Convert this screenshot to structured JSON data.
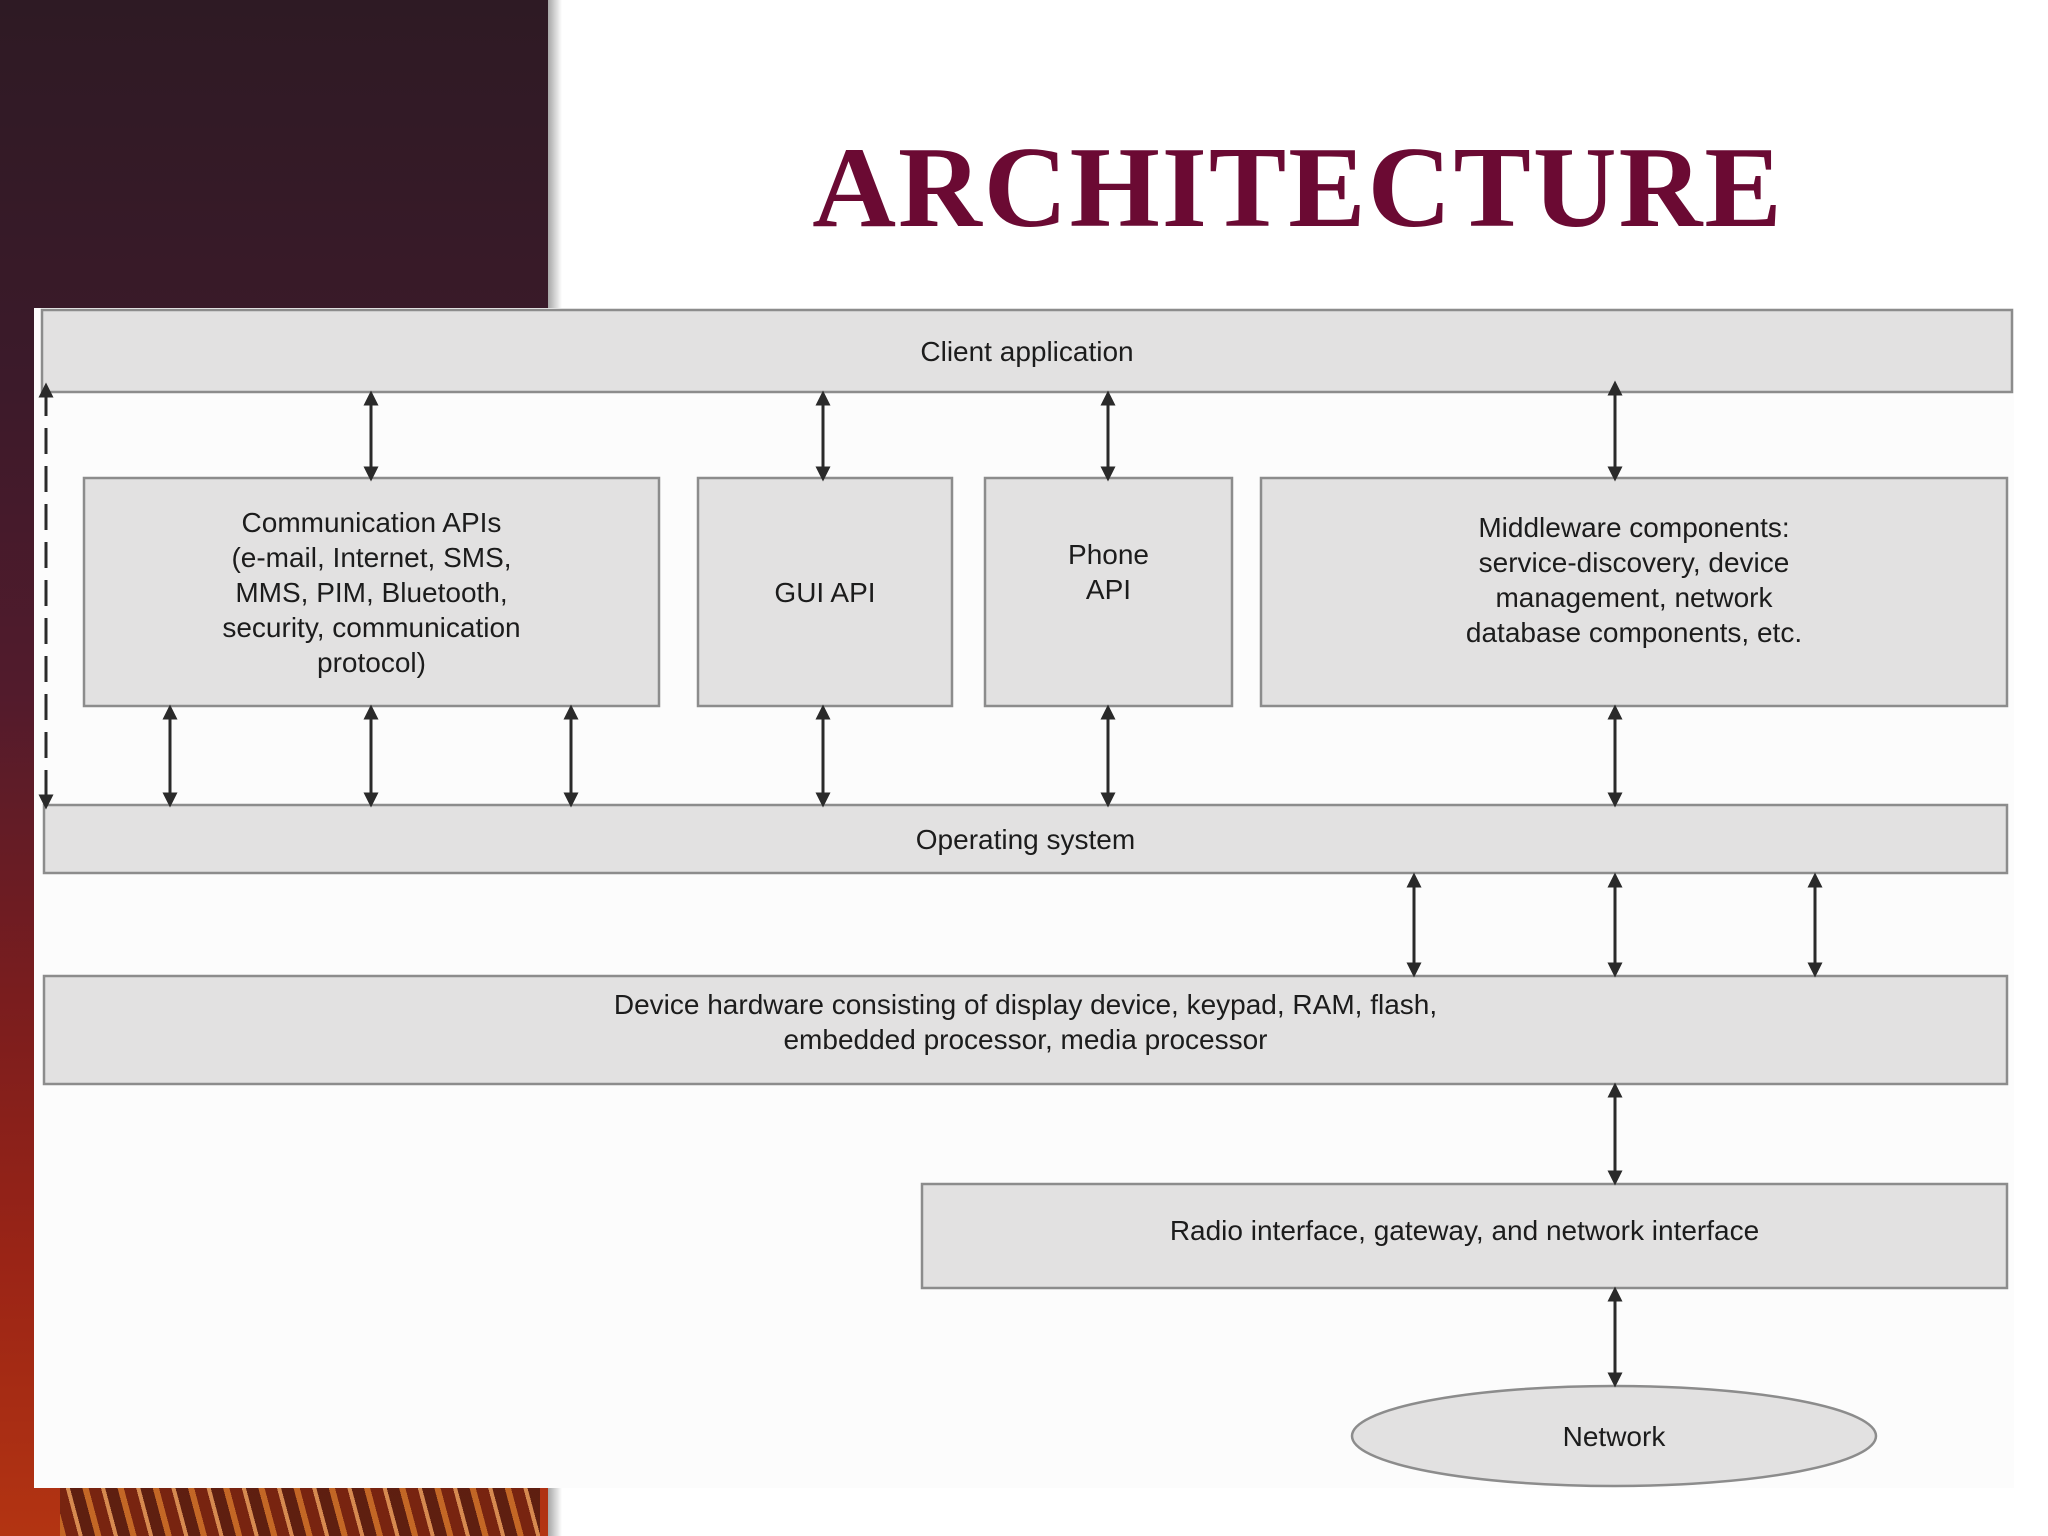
{
  "slide": {
    "title": "ARCHITECTURE"
  },
  "diagram": {
    "client_application": "Client application",
    "communication_apis": "Communication APIs\n(e-mail, Internet, SMS,\nMMS, PIM, Bluetooth,\nsecurity, communication\nprotocol)",
    "gui_api": "GUI API",
    "phone_api": "Phone\nAPI",
    "middleware": "Middleware components:\nservice-discovery, device\nmanagement, network\ndatabase components, etc.",
    "operating_system": "Operating system",
    "device_hardware": "Device  hardware consisting of display device, keypad, RAM, flash,\nembedded processor, media processor",
    "radio_interface": "Radio interface, gateway, and network interface",
    "network": "Network"
  },
  "colors": {
    "title": "#6b0a33",
    "box_fill": "#e2e1e1",
    "box_stroke": "#8c8c8c"
  }
}
